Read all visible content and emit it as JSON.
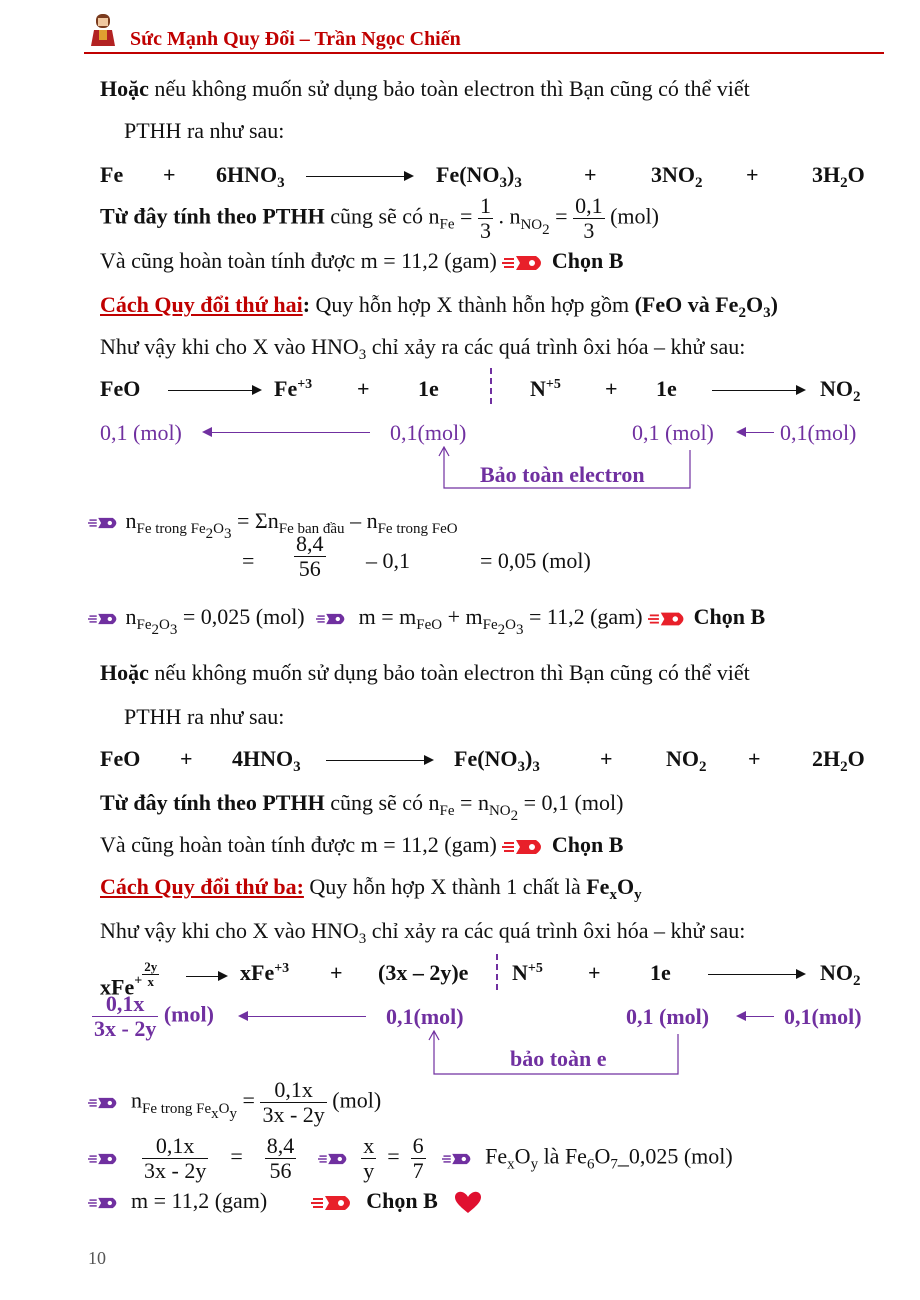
{
  "header": {
    "title": "Sức Mạnh Quy Đổi – Trần Ngọc Chiến"
  },
  "page_number": "10",
  "s1": {
    "hoac": "Hoặc",
    "text1": " nếu không muốn sử dụng bảo toàn electron thì Bạn cũng có thể viết",
    "text2": "PTHH ra như sau:",
    "eq": {
      "fe": "Fe",
      "plus1": "+",
      "hno3": "6HNO",
      "prod": "Fe(NO",
      "plus2": "+",
      "no2": "3NO",
      "plus3": "+",
      "h2o": "3H",
      "o": "O"
    },
    "tu_day": "Từ đây tính theo PTHH",
    "cung": " cũng sẽ có n",
    "fe_sub": "Fe",
    "eq_sign": " = ",
    "f1_num": "1",
    "f1_den": "3",
    "dot_n": " . n",
    "no2_sub": "NO",
    "f2_num": "0,1",
    "f2_den": "3",
    "mol": "(mol)",
    "va_cung": "Và cũng hoàn toàn tính được m = 11,2 (gam)",
    "chon_b": "Chọn B"
  },
  "s2": {
    "title": "Cách Quy đổi thứ hai",
    "colon": ":",
    "text": " Quy hỗn hợp X thành hỗn hợp gồm ",
    "paren": "(FeO và Fe",
    "nhu_vay": "Như vậy khi cho X vào HNO",
    "nhu_vay2": " chỉ xảy ra các quá trình ôxi hóa – khử sau:",
    "feo": "FeO",
    "fe3": "Fe",
    "plus": "+",
    "e1": "1e",
    "n5": "N",
    "e2": "1e",
    "no2": "NO",
    "m1": "0,1 (mol)",
    "m2": "0,1(mol)",
    "m3": "0,1 (mol)",
    "m4": "0,1(mol)",
    "bao_toan": "Bảo toàn electron",
    "n_fe": "n",
    "n_fe_sub": "Fe trong Fe",
    "eq_sigma": " = Σn",
    "fe_bd": "Fe ban đầu",
    "minus_n": " – n",
    "fe_feo": "Fe trong FeO",
    "eq2": "=",
    "f_num": "8,4",
    "f_den": "56",
    "minus01": "– 0,1",
    "res": "= 0,05 (mol)",
    "nfe2o3": " = 0,025 (mol)",
    "m_eq": "m = m",
    "m_feo": "FeO",
    "plus_m": " + m",
    "m_res": " = 11,2 (gam)",
    "chon_b": "Chọn B"
  },
  "s3": {
    "hoac": "Hoặc",
    "text1": " nếu không muốn sử dụng bảo toàn electron thì Bạn cũng có thể viết",
    "text2": "PTHH ra như sau:",
    "eq": {
      "feo": "FeO",
      "plus1": "+",
      "hno3": "4HNO",
      "prod": "Fe(NO",
      "plus2": "+",
      "no2": "NO",
      "plus3": "+",
      "h2o": "2H",
      "o": "O"
    },
    "tu_day": "Từ đây tính theo PTHH",
    "cung": " cũng sẽ có n",
    "res": " = 0,1 (mol)",
    "va_cung": "Và cũng hoàn toàn tính được m = 11,2 (gam)",
    "chon_b": "Chọn B"
  },
  "s4": {
    "title": "Cách Quy đổi thứ ba:",
    "text": " Quy hỗn hợp X thành 1 chất là ",
    "fexoy": "Fe",
    "nhu_vay": "Như vậy khi cho X vào HNO",
    "nhu_vay2": " chỉ xảy ra các quá trình ôxi hóa – khử sau:",
    "xfe": "xFe",
    "sup_num": "2y",
    "sup_den": "x",
    "xfe3": "xFe",
    "plus": "+",
    "e3": "(3x – 2y)e",
    "n5": "N",
    "e1": "1e",
    "no2": "NO",
    "fn": "0,1x",
    "fd": "3x - 2y",
    "mol": "(mol)",
    "m2": "0,1(mol)",
    "m3": "0,1 (mol)",
    "m4": "0,1(mol)",
    "bao_toan": "bảo toàn e",
    "n_line_res": "(mol)",
    "eq84": "8,4",
    "eq56": "56",
    "x": "x",
    "y": "y",
    "six": "6",
    "seven": "7",
    "la": " là Fe",
    "la_tail": "_0,025 (mol)",
    "m_line": "m  = 11,2 (gam)",
    "chon_b": "Chọn B"
  },
  "colors": {
    "accent_red": "#c00000",
    "purple": "#7030a0",
    "rocket_red": "#e8202a"
  }
}
